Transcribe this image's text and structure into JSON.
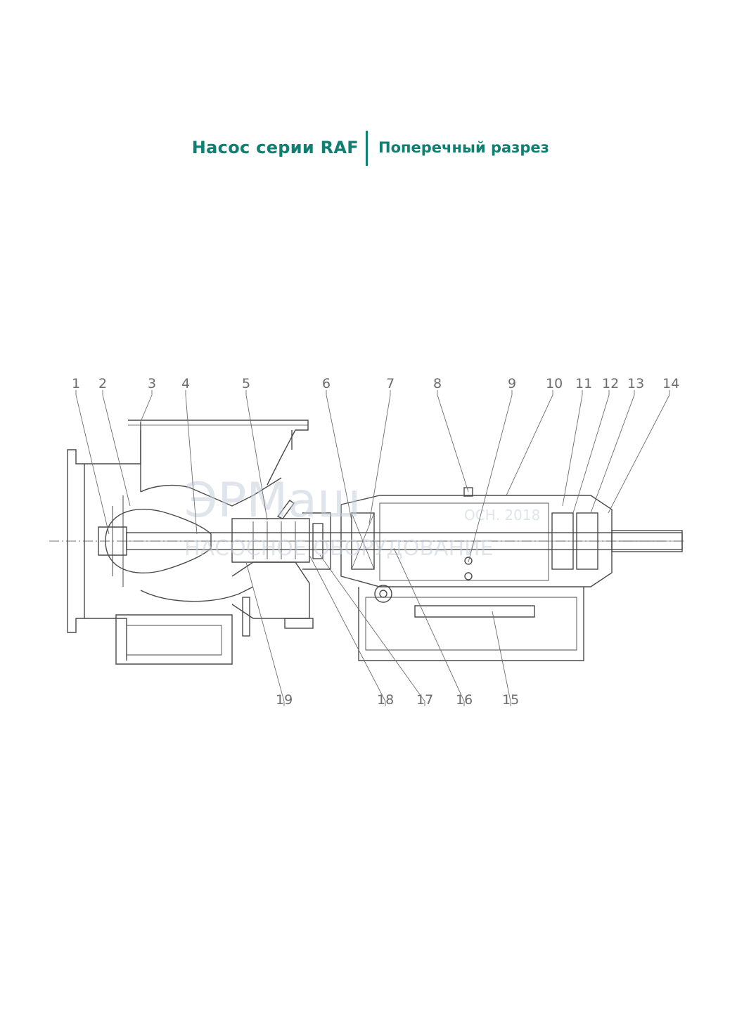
{
  "header": {
    "title": "Насос серии RAF",
    "subtitle": "Поперечный разрез"
  },
  "watermark": {
    "brand": "ЭРМаш",
    "since": "ОСН. 2018",
    "tagline": "НАСОСНОЕ ОБОРУДОВАНИЕ"
  },
  "callouts_top": [
    "1",
    "2",
    "3",
    "4",
    "5",
    "6",
    "7",
    "8",
    "9",
    "10",
    "11",
    "12",
    "13",
    "14"
  ],
  "callouts_bottom": [
    "19",
    "18",
    "17",
    "16",
    "15"
  ],
  "colors": {
    "accent": "#0e7f70",
    "line": "#4a4a4a",
    "watermark": "#c8d0dc"
  }
}
